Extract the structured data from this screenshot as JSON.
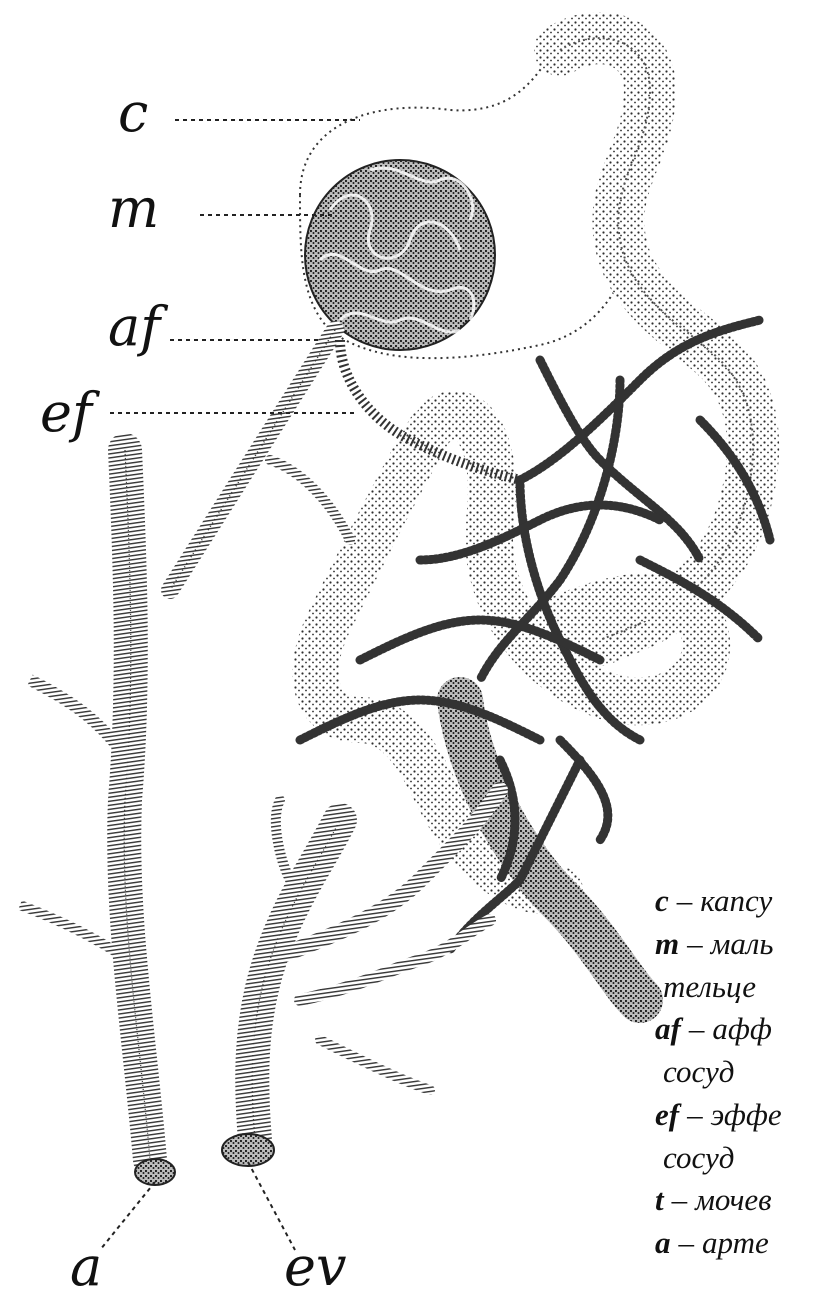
{
  "labels": {
    "c": "c",
    "m": "m",
    "af": "af",
    "ef": "ef",
    "a": "a",
    "ev": "ev"
  },
  "legend": [
    {
      "key": "c",
      "dash": "–",
      "text": "капсу"
    },
    {
      "key": "m",
      "dash": "–",
      "text": "маль"
    },
    {
      "key": "",
      "dash": "",
      "text": "тельце"
    },
    {
      "key": "af",
      "dash": "–",
      "text": "афф"
    },
    {
      "key": "",
      "dash": "",
      "text": "сосуд"
    },
    {
      "key": "ef",
      "dash": "–",
      "text": "эффе"
    },
    {
      "key": "",
      "dash": "",
      "text": "сосуд"
    },
    {
      "key": "t",
      "dash": "–",
      "text": "мочев"
    },
    {
      "key": "a",
      "dash": "–",
      "text": "арте"
    }
  ],
  "colors": {
    "ink": "#111111",
    "stipple": "#3a3a3a",
    "paper": "#ffffff"
  }
}
